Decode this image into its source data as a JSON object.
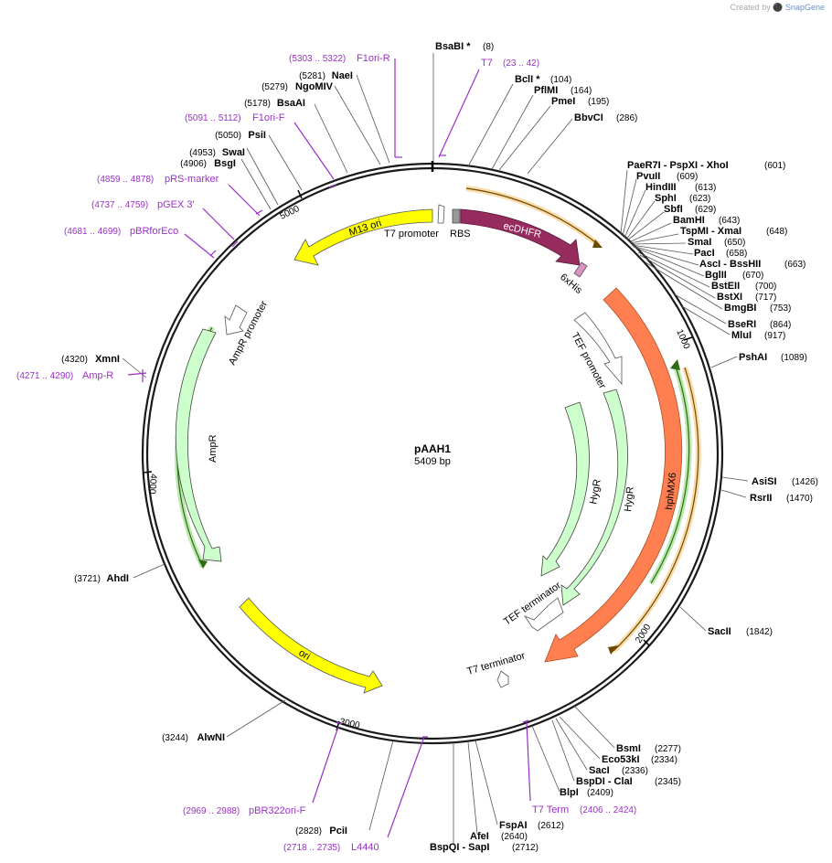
{
  "credit": {
    "created_by": "Created by",
    "brand": "SnapGene"
  },
  "plasmid": {
    "name": "pAAH1",
    "length_label": "5409 bp",
    "length_bp": 5409
  },
  "colors": {
    "backbone": "#1a1a1a",
    "primer": "#9b30c8",
    "ecDHFR": "#962c5e",
    "hphMX6": "#ff7f50",
    "yellow_feature": "#ffff00",
    "pale_green": "#ccffcc",
    "white_feature": "#ffffff",
    "orf_orange": "#f5b041",
    "orf_green": "#2e8b22",
    "rbs_gray": "#999999",
    "his_pink": "#d993c1"
  },
  "ticks": [
    "1000",
    "2000",
    "3000",
    "4000",
    "5000"
  ],
  "sites": [
    {
      "name": "BsaBI *",
      "pos": "(8)"
    },
    {
      "name": "BclI *",
      "pos": "(104)"
    },
    {
      "name": "PflMI",
      "pos": "(164)"
    },
    {
      "name": "PmeI",
      "pos": "(195)"
    },
    {
      "name": "BbvCI",
      "pos": "(286)"
    },
    {
      "name": "PaeR7I - PspXI - XhoI",
      "pos": "(601)"
    },
    {
      "name": "PvuII",
      "pos": "(609)"
    },
    {
      "name": "HindIII",
      "pos": "(613)"
    },
    {
      "name": "SphI",
      "pos": "(623)"
    },
    {
      "name": "SbfI",
      "pos": "(629)"
    },
    {
      "name": "BamHI",
      "pos": "(643)"
    },
    {
      "name": "TspMI - XmaI",
      "pos": "(648)"
    },
    {
      "name": "SmaI",
      "pos": "(650)"
    },
    {
      "name": "PacI",
      "pos": "(658)"
    },
    {
      "name": "AscI - BssHII",
      "pos": "(663)"
    },
    {
      "name": "BglII",
      "pos": "(670)"
    },
    {
      "name": "BstEII",
      "pos": "(700)"
    },
    {
      "name": "BstXI",
      "pos": "(717)"
    },
    {
      "name": "BmgBI",
      "pos": "(753)"
    },
    {
      "name": "BseRI",
      "pos": "(864)"
    },
    {
      "name": "MluI",
      "pos": "(917)"
    },
    {
      "name": "PshAI",
      "pos": "(1089)"
    },
    {
      "name": "AsiSI",
      "pos": "(1426)"
    },
    {
      "name": "RsrII",
      "pos": "(1470)"
    },
    {
      "name": "SacII",
      "pos": "(1842)"
    },
    {
      "name": "BsmI",
      "pos": "(2277)"
    },
    {
      "name": "Eco53kI",
      "pos": "(2334)"
    },
    {
      "name": "SacI",
      "pos": "(2336)"
    },
    {
      "name": "BspDI - ClaI",
      "pos": "(2345)"
    },
    {
      "name": "BlpI",
      "pos": "(2409)"
    },
    {
      "name": "FspAI",
      "pos": "(2612)"
    },
    {
      "name": "AfeI",
      "pos": "(2640)"
    },
    {
      "name": "BspQI - SapI",
      "pos": "(2712)"
    },
    {
      "name": "PciI",
      "pos": "(2828)"
    },
    {
      "name": "AlwNI",
      "pos": "(3244)"
    },
    {
      "name": "AhdI",
      "pos": "(3721)"
    },
    {
      "name": "XmnI",
      "pos": "(4320)"
    },
    {
      "name": "BsgI",
      "pos": "(4906)"
    },
    {
      "name": "SwaI",
      "pos": "(4953)"
    },
    {
      "name": "PsiI",
      "pos": "(5050)"
    },
    {
      "name": "BsaAI",
      "pos": "(5178)"
    },
    {
      "name": "NgoMIV",
      "pos": "(5279)"
    },
    {
      "name": "NaeI",
      "pos": "(5281)"
    }
  ],
  "primers": [
    {
      "name": "T7",
      "range": "(23 .. 42)"
    },
    {
      "name": "F1ori-R",
      "range": "(5303 .. 5322)"
    },
    {
      "name": "F1ori-F",
      "range": "(5091 .. 5112)"
    },
    {
      "name": "pRS-marker",
      "range": "(4859 .. 4878)"
    },
    {
      "name": "pGEX 3'",
      "range": "(4737 .. 4759)"
    },
    {
      "name": "pBRforEco",
      "range": "(4681 .. 4699)"
    },
    {
      "name": "Amp-R",
      "range": "(4271 .. 4290)"
    },
    {
      "name": "T7 Term",
      "range": "(2406 .. 2424)"
    },
    {
      "name": "pBR322ori-F",
      "range": "(2969 .. 2988)"
    },
    {
      "name": "L4440",
      "range": "(2718 .. 2735)"
    }
  ],
  "features": [
    {
      "name": "M13 ori"
    },
    {
      "name": "ecDHFR"
    },
    {
      "name": "T7 promoter"
    },
    {
      "name": "RBS"
    },
    {
      "name": "6xHis"
    },
    {
      "name": "TEF promoter"
    },
    {
      "name": "HygR"
    },
    {
      "name": "HygR"
    },
    {
      "name": "hphMX6"
    },
    {
      "name": "AmpR promoter"
    },
    {
      "name": "AmpR"
    },
    {
      "name": "ori"
    },
    {
      "name": "TEF terminator"
    },
    {
      "name": "T7 terminator"
    }
  ]
}
